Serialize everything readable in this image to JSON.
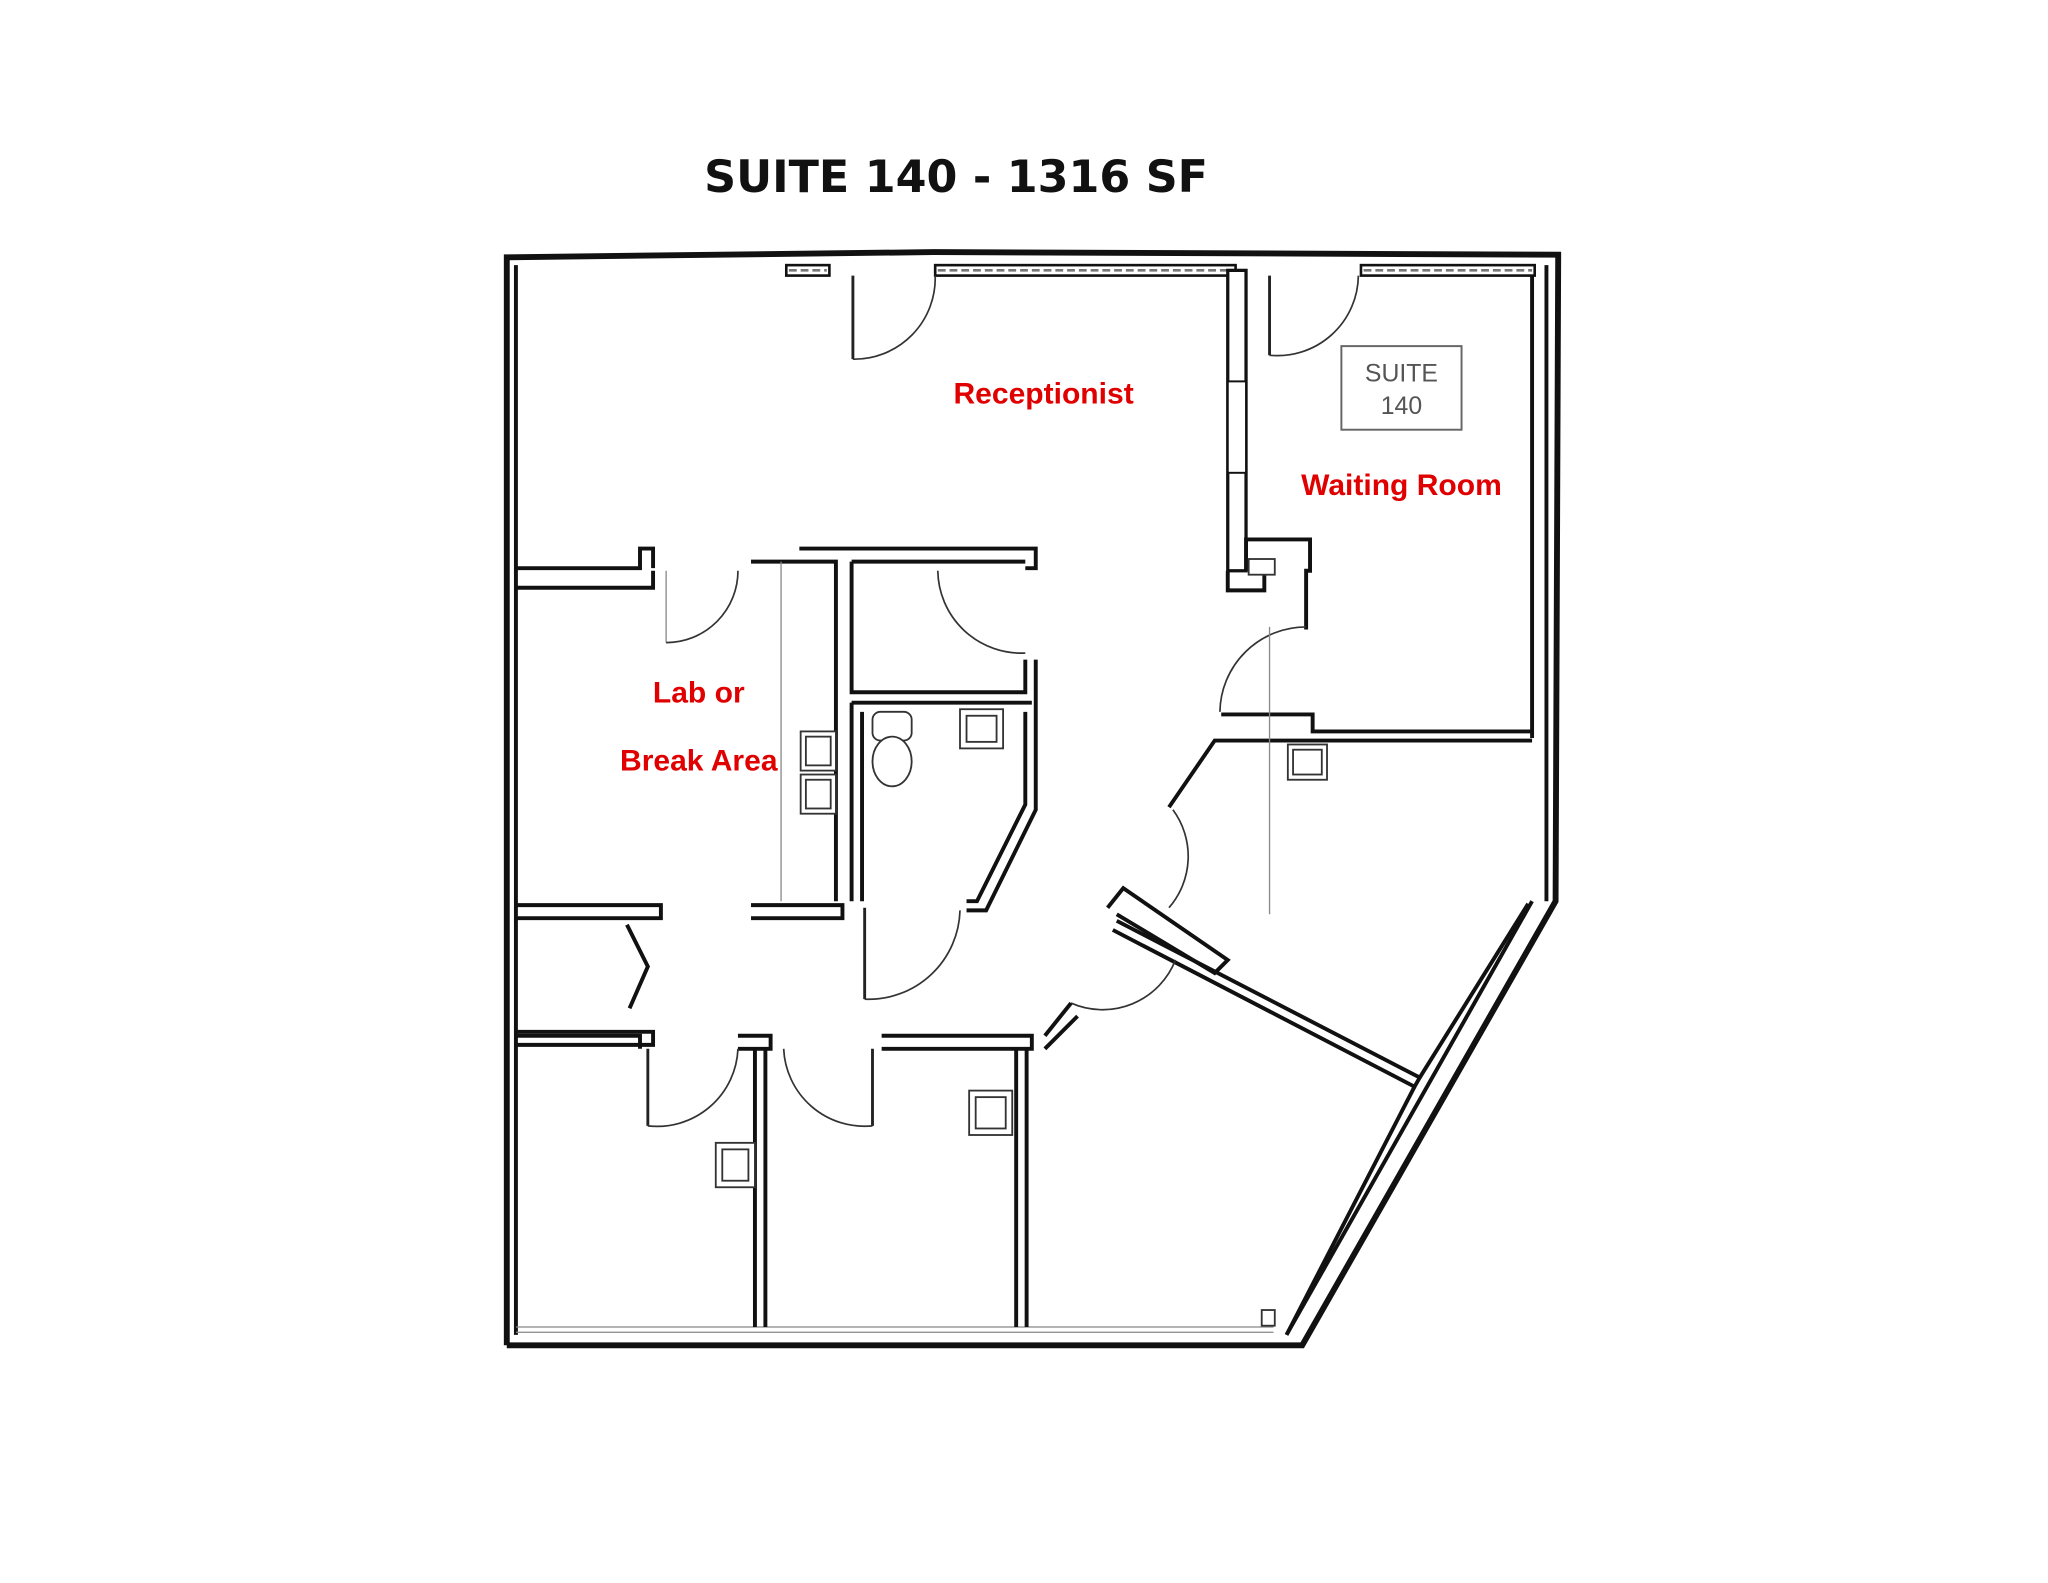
{
  "title": "SUITE 140  - 1316 SF",
  "colors": {
    "label_red": "#e00000",
    "wall": "#111111",
    "background": "#ffffff"
  },
  "suite_tag": {
    "line1": "SUITE",
    "line2": "140"
  },
  "rooms": [
    {
      "id": "receptionist",
      "label": "Receptionist"
    },
    {
      "id": "waiting-room",
      "label": "Waiting Room"
    },
    {
      "id": "lab-break",
      "label_line1": "Lab or",
      "label_line2": "Break Area"
    }
  ]
}
